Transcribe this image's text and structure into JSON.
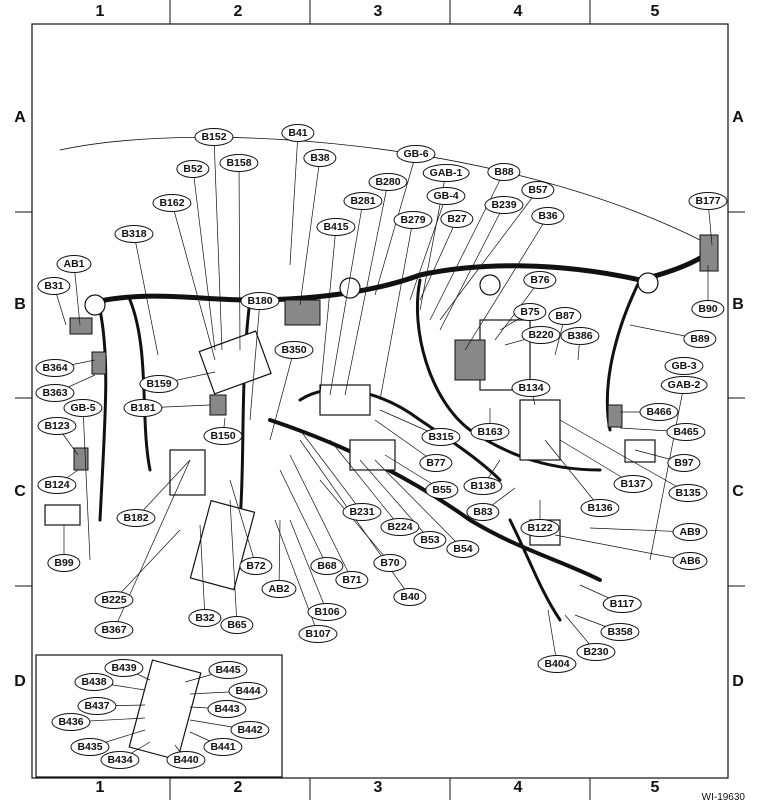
{
  "figure_id": "WI-19630",
  "columns": [
    "1",
    "2",
    "3",
    "4",
    "5"
  ],
  "rows": [
    "A",
    "B",
    "C",
    "D"
  ],
  "labels": [
    "B152",
    "B41",
    "B38",
    "B52",
    "B158",
    "B162",
    "B280",
    "B281",
    "GB-6",
    "GAB-1",
    "B88",
    "GB-4",
    "B57",
    "B239",
    "B279",
    "B27",
    "B36",
    "B415",
    "B318",
    "AB1",
    "B31",
    "B177",
    "B76",
    "B180",
    "B75",
    "B87",
    "B220",
    "B386",
    "B90",
    "B89",
    "B350",
    "B364",
    "B159",
    "B363",
    "B181",
    "GB-5",
    "GB-3",
    "GAB-2",
    "B134",
    "B466",
    "B123",
    "B150",
    "B315",
    "B163",
    "B465",
    "B77",
    "B97",
    "B55",
    "B138",
    "B137",
    "B135",
    "B124",
    "B83",
    "B136",
    "B182",
    "B231",
    "B224",
    "B122",
    "AB9",
    "B53",
    "B54",
    "AB6",
    "B99",
    "B72",
    "B68",
    "B71",
    "B70",
    "AB2",
    "B40",
    "B225",
    "B117",
    "B106",
    "B32",
    "B65",
    "B367",
    "B107",
    "B358",
    "B230",
    "B404"
  ],
  "inset_labels": [
    "B439",
    "B445",
    "B438",
    "B444",
    "B437",
    "B443",
    "B436",
    "B442",
    "B435",
    "B441",
    "B434",
    "B440"
  ]
}
